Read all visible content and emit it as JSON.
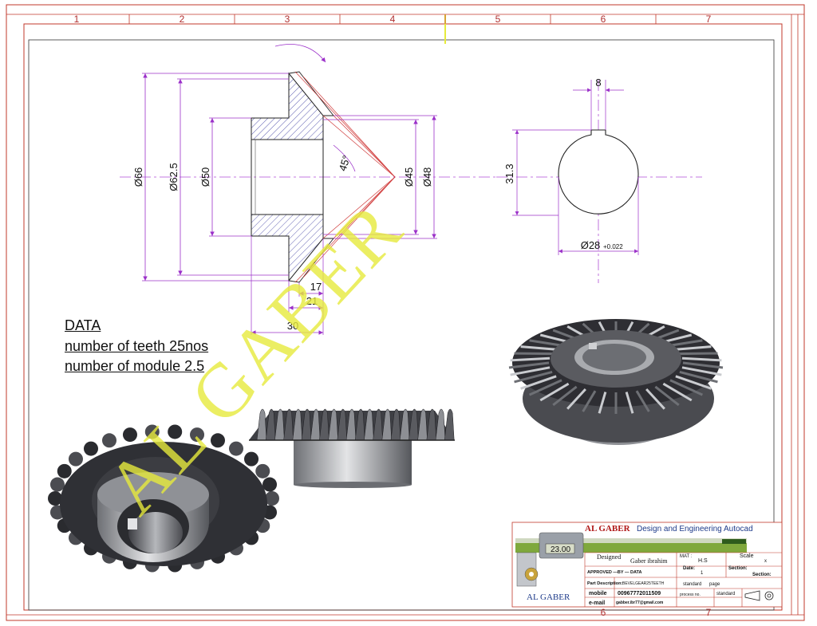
{
  "zones_top": [
    "1",
    "2",
    "3",
    "4",
    "5",
    "6",
    "7"
  ],
  "zones_bottom": [
    "6",
    "7"
  ],
  "dimensions": {
    "d66": "Ø66",
    "d62_5": "Ø62.5",
    "d50": "Ø50",
    "d45": "Ø45",
    "d48": "Ø48",
    "angle": "45°",
    "len17": "17",
    "len21": "21",
    "len30": "30",
    "key_width": "8",
    "key_depth": "31.3",
    "bore": "Ø28",
    "bore_tol": "+0.022"
  },
  "notes": {
    "heading": "DATA",
    "line1": "number of teeth 25nos",
    "line2": "number of module 2.5"
  },
  "watermark": "AL GABER",
  "title_block": {
    "company": "AL GABER",
    "company_desc": "Design and Engineering Autocad",
    "caliper_reading": "23.00",
    "designed_label": "Designed",
    "designer": "Gaber ibrahim",
    "mat_label": "MAT :",
    "mat_value": "H.S",
    "scale_label": "Scale",
    "scale_value": "x",
    "approved": "APPROVED —BY — DATA",
    "date_label": "Date:",
    "date_value": "1",
    "section_label": "Section:",
    "part_desc_label": "Part Description:",
    "part_desc_value": "BEVELGEAR25TEETH",
    "standard_label": "standard",
    "page_label": "page",
    "mobile_label": "mobile",
    "mobile_value": "00967772011509",
    "email_label": "e-mail",
    "email_value": "gabber.ibr77@gmail.com",
    "process_label": "process no.",
    "standard_value": "standard",
    "logo_text": "AL GABER"
  },
  "colors": {
    "frame": "#c0392b",
    "dimension": "#9b30c9",
    "centerline": "#b04fd6",
    "hatch": "#3a3aa0",
    "watermark": "#e6ea3c",
    "gear_dark": "#2e2e33",
    "gear_light": "#bfc1c5"
  }
}
